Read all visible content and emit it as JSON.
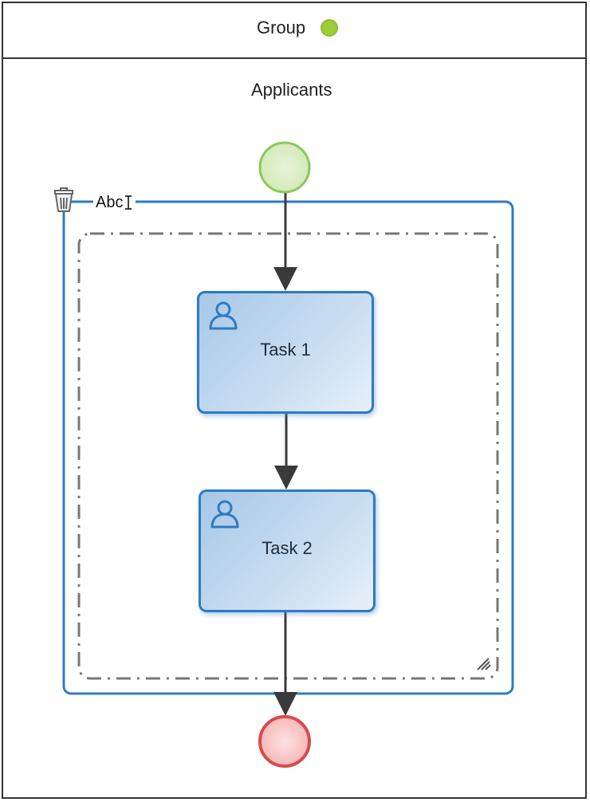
{
  "pool": {
    "title": "Group",
    "status_color": "#9ccc3a",
    "lane_title": "Applicants"
  },
  "group": {
    "label": "Abc"
  },
  "tasks": [
    {
      "label": "Task 1",
      "icon": "user-icon"
    },
    {
      "label": "Task 2",
      "icon": "user-icon"
    }
  ],
  "events": {
    "start": {
      "fill": "#dcefc4",
      "stroke": "#8cc75a"
    },
    "end": {
      "fill": "#f8c3c3",
      "stroke": "#d84b4b"
    }
  },
  "colors": {
    "accent": "#2d7bc4",
    "task_fill": "#c9ddf1",
    "flow": "#3a3a3a",
    "border": "#333333",
    "dashed_border": "#777777"
  },
  "icons": {
    "delete": "trash-icon",
    "editing_cursor": "text-cursor-icon",
    "resize": "resize-grip-icon"
  }
}
